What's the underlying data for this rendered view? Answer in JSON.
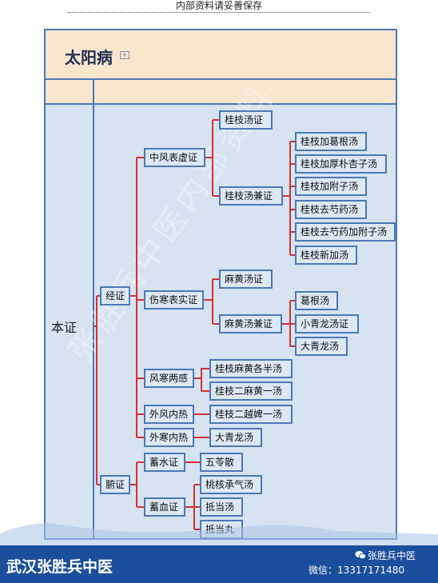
{
  "header": {
    "notice": "内部资料请妥善保存"
  },
  "title": {
    "text": "太阳病",
    "icon": "expand-icon"
  },
  "row_label": "本证",
  "nodes": {
    "jingzheng": "经证",
    "fuzheng": "腑证",
    "zhongfeng": "中风表虚证",
    "shanghan": "伤寒表实证",
    "fenghan": "风寒两感",
    "waifeng": "外风内热",
    "waihan": "外寒内热",
    "guizhi_zheng": "桂枝汤证",
    "guizhi_jian": "桂枝汤兼证",
    "gg_gegen": "桂枝加葛根汤",
    "gg_houpo": "桂枝加厚朴杏子汤",
    "gg_fuzi": "桂枝加附子汤",
    "gg_shaoyao": "桂枝去芍药汤",
    "gg_shaoyao_fuzi": "桂枝去芍药加附子汤",
    "gg_xinjia": "桂枝新加汤",
    "mahuang_zheng": "麻黄汤证",
    "mahuang_jian": "麻黄汤兼证",
    "gegen": "葛根汤",
    "xiaoqinglong": "小青龙汤证",
    "daqinglong_1": "大青龙汤",
    "gz_mahuang_ban": "桂枝麻黄各半汤",
    "gz_er_mahuang": "桂枝二麻黄一汤",
    "gz_er_yuebi": "桂枝二越婢一汤",
    "daqinglong_2": "大青龙汤",
    "xushui": "蓄水证",
    "wulingsan": "五苓散",
    "xuxue": "蓄血证",
    "taohe": "桃核承气汤",
    "didang_tang": "抵当汤",
    "didang_wan": "抵当丸"
  },
  "watermark": "张胜兵中医内部资料",
  "footer": {
    "title": "武汉张胜兵中医",
    "account": "张胜兵中医",
    "wechat": "微信：13317171480",
    "icon": "wechat-icon"
  },
  "colors": {
    "line": "#d63030",
    "border": "#4a78b8",
    "panel": "#d7e3f1",
    "band": "#fae6cf",
    "footer": "#1b4e9c"
  }
}
